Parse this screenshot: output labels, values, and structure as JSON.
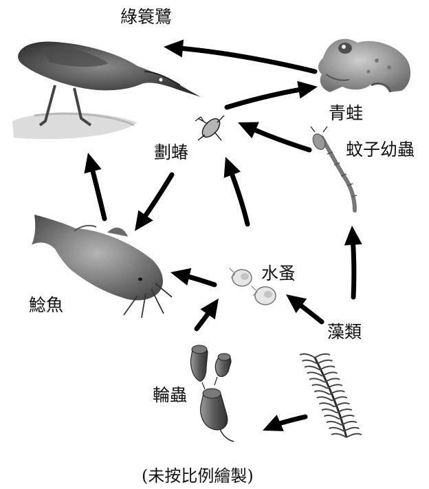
{
  "diagram": {
    "nodes": {
      "heron": {
        "label": "綠簑鷺",
        "icon": "heron-icon"
      },
      "frog": {
        "label": "青蛙",
        "icon": "frog-icon"
      },
      "beetle": {
        "label": "劃蝽",
        "icon": "water-boatman-icon"
      },
      "larva": {
        "label": "蚊子幼蟲",
        "icon": "mosquito-larva-icon"
      },
      "catfish": {
        "label": "鯰魚",
        "icon": "catfish-icon"
      },
      "daphnia": {
        "label": "水蚤",
        "icon": "water-flea-icon"
      },
      "algae": {
        "label": "藻類",
        "icon": "algae-icon"
      },
      "rotifer": {
        "label": "輪蟲",
        "icon": "rotifer-icon"
      }
    },
    "edges": [
      {
        "from": "frog",
        "to": "heron"
      },
      {
        "from": "beetle",
        "to": "frog"
      },
      {
        "from": "larva",
        "to": "beetle"
      },
      {
        "from": "beetle",
        "to": "catfish"
      },
      {
        "from": "catfish",
        "to": "heron"
      },
      {
        "from": "daphnia",
        "to": "beetle"
      },
      {
        "from": "daphnia",
        "to": "catfish"
      },
      {
        "from": "algae",
        "to": "larva"
      },
      {
        "from": "algae",
        "to": "daphnia"
      },
      {
        "from": "rotifer",
        "to": "daphnia"
      },
      {
        "from": "algae",
        "to": "rotifer"
      }
    ],
    "caption": "(未按比例繪製)",
    "colors": {
      "arrow": "#000000",
      "text": "#111111"
    }
  }
}
